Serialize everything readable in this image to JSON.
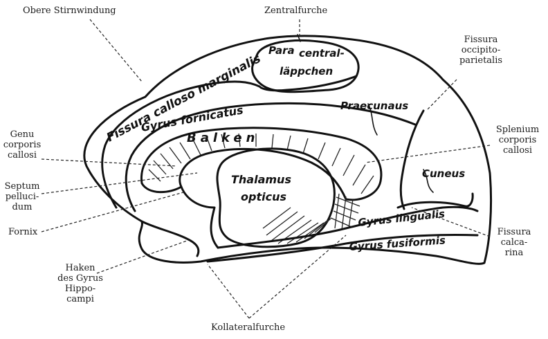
{
  "labels": {
    "obere_stirnwindung": "Obere Stirnwindung",
    "zentralfurche": "Zentralfurche",
    "fissura_occipito_parietalis": "Fissura\noccipito-\nparietalis",
    "genu_corporis_callosi": "Genu\ncorporis\ncallosi",
    "splenium_corporis_callosi": "Splenium\ncorporis\ncallosi",
    "septum_pellucidum": "Septum\npelluci-\ndum",
    "fornix": "Fornix",
    "fissura_calcarina": "Fissura\ncalca-\nrina",
    "haken_des_gyrus_hippocampi": "Haken\ndes Gyrus\nHippo-\ncampi",
    "kollateralfurche": "Kollateralfurche"
  },
  "regions": {
    "paracentral_line1": "Para",
    "paracentral_line1b": "central-",
    "paracentral_line2": "läppchen",
    "fissura_callosomarginalis": "Fissura calloso marginalis",
    "gyrus_fornicatus": "Gyrus fornicatus",
    "balken": "Balken",
    "praecuneus": "Praecunaus",
    "thalamus_line1": "Thalamus",
    "thalamus_line2": "opticus",
    "cuneus": "Cuneus",
    "gyrus_lingualis": "Gyrus lingualis",
    "gyrus_fusiformis": "Gyrus fusiformis"
  }
}
